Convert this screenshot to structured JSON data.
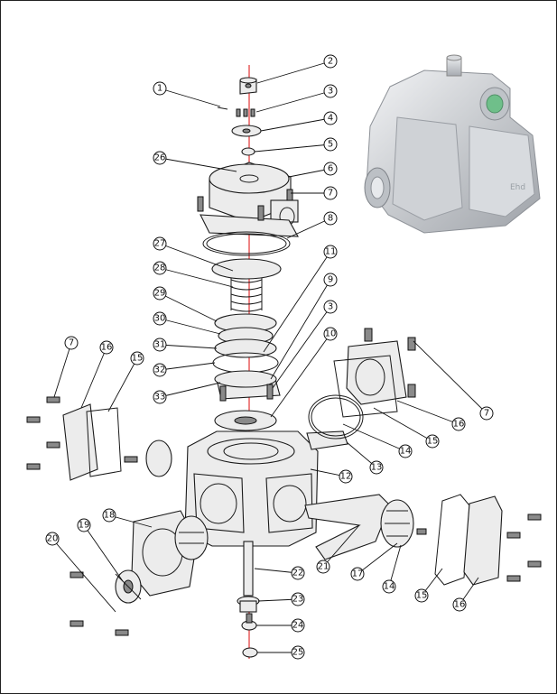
{
  "callouts": [
    {
      "id": "c-top-a",
      "text": "2"
    },
    {
      "id": "c-pin",
      "text": "1"
    },
    {
      "id": "c-screws-top",
      "text": "3"
    },
    {
      "id": "c-washer",
      "text": "4"
    },
    {
      "id": "c-ring",
      "text": "5"
    },
    {
      "id": "c-cover",
      "text": "6"
    },
    {
      "id": "c-boss",
      "text": "26"
    },
    {
      "id": "c-bolt-r",
      "text": "7"
    },
    {
      "id": "c-gasket",
      "text": "8"
    },
    {
      "id": "c-spring",
      "text": "27"
    },
    {
      "id": "c-spring-b",
      "text": "28"
    },
    {
      "id": "c-disc1",
      "text": "29"
    },
    {
      "id": "c-disc2",
      "text": "30"
    },
    {
      "id": "c-disc3",
      "text": "31"
    },
    {
      "id": "c-disc4",
      "text": "32"
    },
    {
      "id": "c-disc5",
      "text": "33"
    },
    {
      "id": "c-r11",
      "text": "11"
    },
    {
      "id": "c-r9",
      "text": "9"
    },
    {
      "id": "c-r3",
      "text": "3"
    },
    {
      "id": "c-r10",
      "text": "10"
    },
    {
      "id": "c-bolt-left",
      "text": "7"
    },
    {
      "id": "c-lcover",
      "text": "16"
    },
    {
      "id": "c-lgasket",
      "text": "15"
    },
    {
      "id": "c-rbolt",
      "text": "7"
    },
    {
      "id": "c-rcover",
      "text": "16"
    },
    {
      "id": "c-rgasket",
      "text": "15"
    },
    {
      "id": "c-ring14",
      "text": "14"
    },
    {
      "id": "c-13",
      "text": "13"
    },
    {
      "id": "c-12",
      "text": "12"
    },
    {
      "id": "c-18a",
      "text": "18"
    },
    {
      "id": "c-19",
      "text": "19"
    },
    {
      "id": "c-20",
      "text": "20"
    },
    {
      "id": "c-21",
      "text": "21"
    },
    {
      "id": "c-17",
      "text": "17"
    },
    {
      "id": "c-br-15",
      "text": "15"
    },
    {
      "id": "c-br-16",
      "text": "16"
    },
    {
      "id": "c-shaft22",
      "text": "22"
    },
    {
      "id": "c-23",
      "text": "23"
    },
    {
      "id": "c-24",
      "text": "24"
    },
    {
      "id": "c-25",
      "text": "25"
    },
    {
      "id": "c-14b",
      "text": "14"
    }
  ],
  "colors": {
    "axis": "#e02020",
    "line": "#1a1a1a",
    "photo_body": "#c9ccd0",
    "photo_highlight": "#eef0f2",
    "port_green": "#6fbf8a"
  },
  "icons": {
    "photo": "pump-photo-icon"
  }
}
